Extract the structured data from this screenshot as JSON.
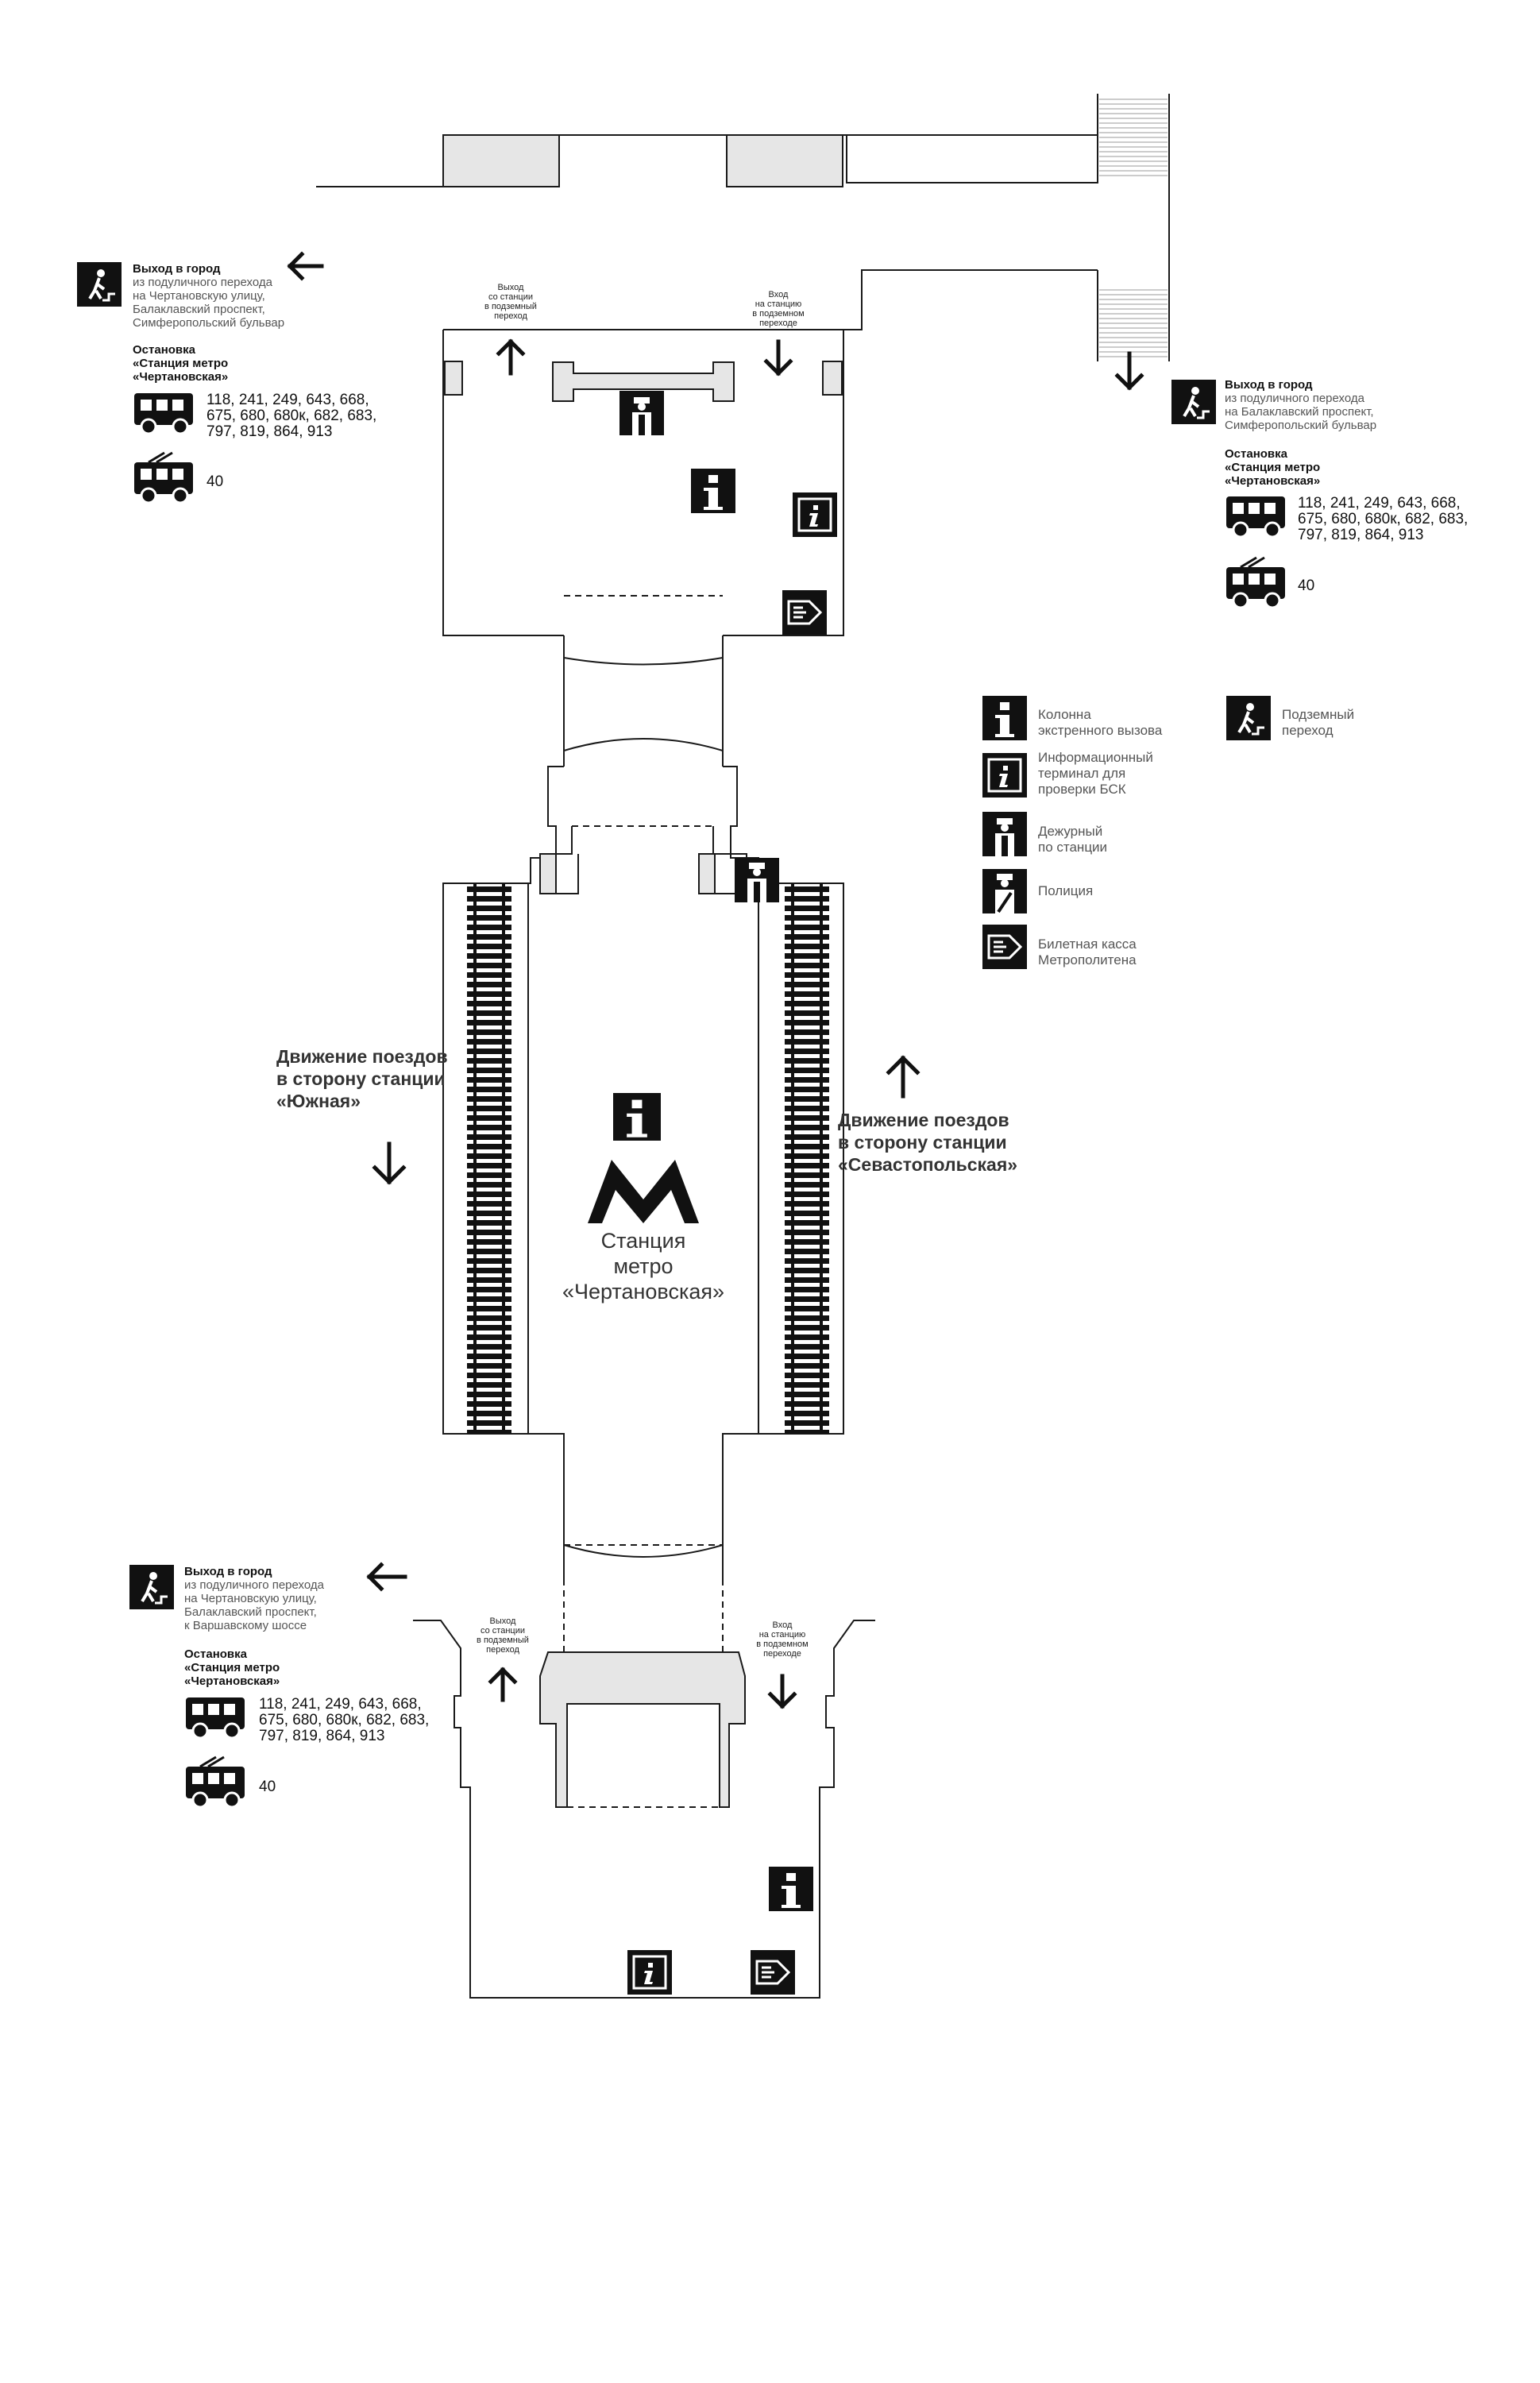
{
  "exit_top_left": {
    "title": "Выход в город",
    "lines": [
      "из подуличного перехода",
      "на Чертановскую улицу,",
      "Балаклавский проспект,",
      "Симферопольский бульвар"
    ],
    "stop_lines": [
      "Остановка",
      "«Станция метро",
      "«Чертановская»"
    ],
    "bus_routes": [
      "118, 241, 249, 643, 668,",
      "675, 680, 680к, 682, 683,",
      "797, 819, 864, 913"
    ],
    "trolleybus_routes": "40"
  },
  "exit_top_right": {
    "title": "Выход в город",
    "lines": [
      "из подуличного перехода",
      "на Балаклавский проспект,",
      "Симферопольский бульвар"
    ],
    "stop_lines": [
      "Остановка",
      "«Станция метро",
      "«Чертановская»"
    ],
    "bus_routes": [
      "118, 241, 249, 643, 668,",
      "675, 680, 680к, 682, 683,",
      "797, 819, 864, 913"
    ],
    "trolleybus_routes": "40"
  },
  "exit_bottom_left": {
    "title": "Выход в город",
    "lines": [
      "из подуличного перехода",
      "на Чертановскую улицу,",
      "Балаклавский проспект,",
      "к Варшавскому шоссе"
    ],
    "stop_lines": [
      "Остановка",
      "«Станция метро",
      "«Чертановская»"
    ],
    "bus_routes": [
      "118, 241, 249, 643, 668,",
      "675, 680, 680к, 682, 683,",
      "797, 819, 864, 913"
    ],
    "trolleybus_routes": "40"
  },
  "top_hall": {
    "exit_label": [
      "Выход",
      "со станции",
      "в подземный",
      "переход"
    ],
    "entry_label": [
      "Вход",
      "на станцию",
      "в подземном",
      "переходе"
    ]
  },
  "bottom_hall": {
    "exit_label": [
      "Выход",
      "со станции",
      "в подземный",
      "переход"
    ],
    "entry_label": [
      "Вход",
      "на станцию",
      "в подземном",
      "переходе"
    ]
  },
  "platform": {
    "left_direction": [
      "Движение поездов",
      "в сторону станции",
      "«Южная»"
    ],
    "right_direction": [
      "Движение поездов",
      "в сторону станции",
      "«Севастопольская»"
    ],
    "station_name": [
      "Станция",
      "метро",
      "«Чертановская»"
    ]
  },
  "legend": [
    {
      "icon": "emergency-call-column-icon",
      "label": [
        "Колонна",
        "экстренного вызова"
      ]
    },
    {
      "icon": "info-terminal-icon",
      "label": [
        "Информационный",
        "терминал для",
        "проверки БСК"
      ]
    },
    {
      "icon": "station-attendant-icon",
      "label": [
        "Дежурный",
        "по станции"
      ]
    },
    {
      "icon": "police-icon",
      "label": [
        "Полиция"
      ]
    },
    {
      "icon": "ticket-office-icon",
      "label": [
        "Билетная касса",
        "Метрополитена"
      ]
    },
    {
      "icon": "underpass-icon",
      "label": [
        "Подземный",
        "переход"
      ]
    }
  ],
  "colors": {
    "ink": "#111111",
    "wall": "#1a1a1a",
    "fill": "#e6e6e6",
    "muted": "#555555"
  }
}
